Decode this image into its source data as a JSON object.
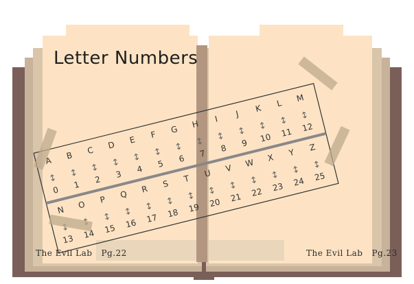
{
  "title": "Letter Numbers",
  "footer_left": {
    "brand": "The Evil Lab",
    "page": "Pg.22"
  },
  "footer_right": {
    "brand": "The Evil Lab",
    "page": "Pg.23"
  },
  "top_row": [
    {
      "letter": "A",
      "number": "0"
    },
    {
      "letter": "B",
      "number": "1"
    },
    {
      "letter": "C",
      "number": "2"
    },
    {
      "letter": "D",
      "number": "3"
    },
    {
      "letter": "E",
      "number": "4"
    },
    {
      "letter": "F",
      "number": "5"
    },
    {
      "letter": "G",
      "number": "6"
    },
    {
      "letter": "H",
      "number": "7"
    },
    {
      "letter": "I",
      "number": "8"
    },
    {
      "letter": "J",
      "number": "9"
    },
    {
      "letter": "K",
      "number": "10"
    },
    {
      "letter": "L",
      "number": "11"
    },
    {
      "letter": "M",
      "number": "12"
    }
  ],
  "bottom_row": [
    {
      "letter": "N",
      "number": "13"
    },
    {
      "letter": "O",
      "number": "14"
    },
    {
      "letter": "P",
      "number": "15"
    },
    {
      "letter": "Q",
      "number": "16"
    },
    {
      "letter": "R",
      "number": "17"
    },
    {
      "letter": "S",
      "number": "18"
    },
    {
      "letter": "T",
      "number": "19"
    },
    {
      "letter": "U",
      "number": "20"
    },
    {
      "letter": "V",
      "number": "21"
    },
    {
      "letter": "W",
      "number": "22"
    },
    {
      "letter": "X",
      "number": "23"
    },
    {
      "letter": "Y",
      "number": "24"
    },
    {
      "letter": "Z",
      "number": "25"
    }
  ],
  "colors": {
    "cover": "#7a5f58",
    "paper": "#fde3c4",
    "tape": "#beaa8c"
  }
}
